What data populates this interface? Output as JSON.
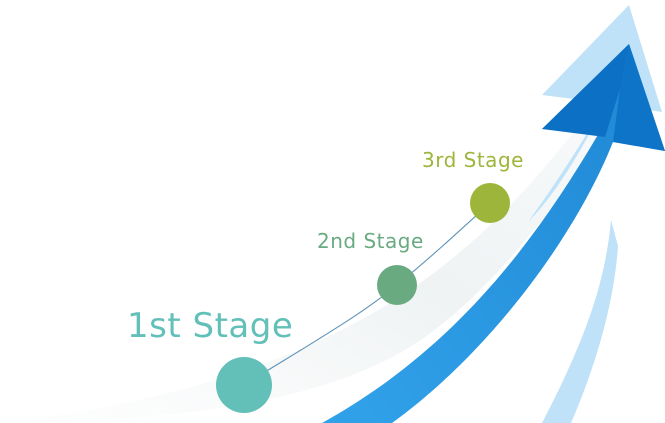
{
  "colors": {
    "arrow_dark": "#0c70c4",
    "arrow_main": "#2d9ae3",
    "arrow_light": "#bfe2f8",
    "arrow_pale": "#dff1fb",
    "wake": "#eef2f3",
    "path": "#5f93b8"
  },
  "stages": [
    {
      "label": "1st Stage",
      "color": "#63c0b9"
    },
    {
      "label": "2nd Stage",
      "color": "#6aaa80"
    },
    {
      "label": "3rd Stage",
      "color": "#9db53a"
    }
  ]
}
